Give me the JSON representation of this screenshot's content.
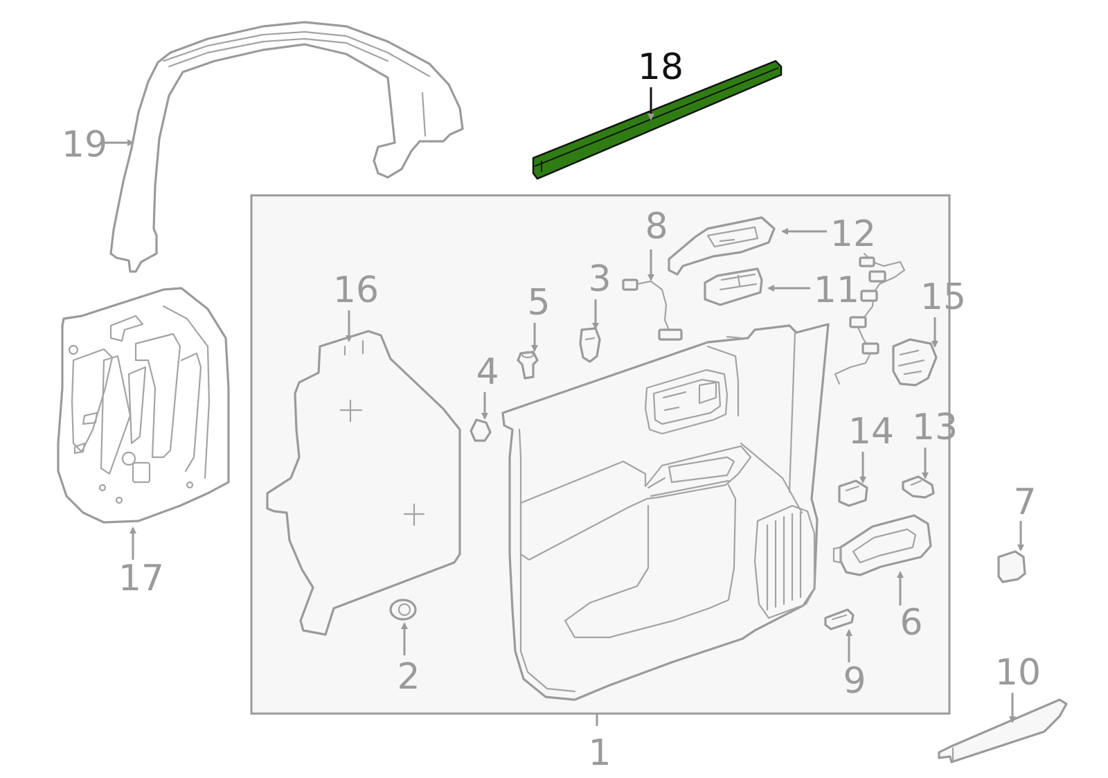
{
  "diagram": {
    "highlight_color": "#2f7d12",
    "line_color": "#9a9a9a",
    "background": "#ffffff",
    "highlighted_part": "18",
    "callouts": [
      {
        "id": "c1",
        "label": "1"
      },
      {
        "id": "c2",
        "label": "2"
      },
      {
        "id": "c3",
        "label": "3"
      },
      {
        "id": "c4",
        "label": "4"
      },
      {
        "id": "c5",
        "label": "5"
      },
      {
        "id": "c6",
        "label": "6"
      },
      {
        "id": "c7",
        "label": "7"
      },
      {
        "id": "c8",
        "label": "8"
      },
      {
        "id": "c9",
        "label": "9"
      },
      {
        "id": "c10",
        "label": "10"
      },
      {
        "id": "c11",
        "label": "11"
      },
      {
        "id": "c12",
        "label": "12"
      },
      {
        "id": "c13",
        "label": "13"
      },
      {
        "id": "c14",
        "label": "14"
      },
      {
        "id": "c15",
        "label": "15"
      },
      {
        "id": "c16",
        "label": "16"
      },
      {
        "id": "c17",
        "label": "17"
      },
      {
        "id": "c18",
        "label": "18"
      },
      {
        "id": "c19",
        "label": "19"
      }
    ]
  }
}
